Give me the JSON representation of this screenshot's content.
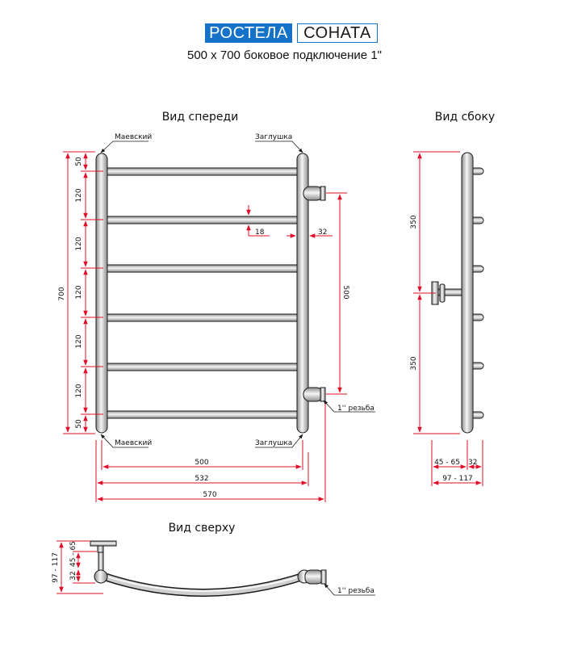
{
  "header": {
    "brand": "РОСТЕЛА",
    "model": "СОНАТА",
    "subtitle": "500 х 700 боковое подключение 1\""
  },
  "views": {
    "front_title": "Вид спереди",
    "side_title": "Вид сбоку",
    "top_title": "Вид сверху"
  },
  "labels": {
    "valve_top": "Маевский",
    "plug_top": "Заглушка",
    "valve_bottom": "Маевский",
    "plug_bottom": "Заглушка",
    "thread_front": "1'' резьба",
    "thread_top": "1'' резьба"
  },
  "dimensions": {
    "front_vertical": [
      "50",
      "120",
      "120",
      "120",
      "120",
      "120",
      "50"
    ],
    "overall_height": "700",
    "connection_center": "500",
    "tube_diameter": "18",
    "pipe_offset": "32",
    "width_inner": "500",
    "width_mid": "532",
    "width_outer": "570",
    "side_upper": "350",
    "side_lower": "350",
    "side_depth_a": "45 - 65",
    "side_depth_b": "32",
    "side_depth_total": "97 - 117",
    "top_depth_total": "97 - 117",
    "top_depth_a": "45 - 65",
    "top_depth_b": "32"
  },
  "colors": {
    "dim_line": "#e0102a",
    "steel_light": "#f3f3f3",
    "steel_dark": "#8c8c8c",
    "outline": "#1a1a1a",
    "brand_blue": "#1473c9"
  }
}
